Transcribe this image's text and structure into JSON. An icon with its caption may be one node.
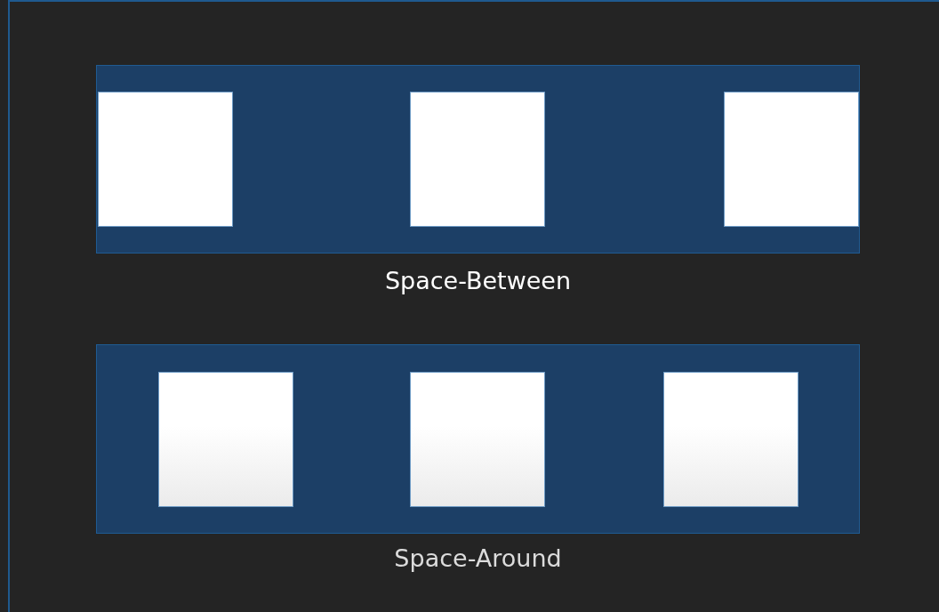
{
  "diagram": {
    "nodes": [
      {
        "text": [
          "Space-Between"
        ]
      },
      {
        "text": [],
        "shape": "box",
        "in": 0
      },
      {
        "text": [],
        "shape": "box",
        "in": 0
      },
      {
        "text": [],
        "shape": "box",
        "in": 0
      },
      {
        "text": [
          "Space-Around"
        ]
      },
      {
        "text": [],
        "shape": "box",
        "in": 4
      },
      {
        "text": [],
        "shape": "box",
        "in": 4
      },
      {
        "text": [],
        "shape": "box",
        "in": 4
      }
    ],
    "edges": []
  }
}
